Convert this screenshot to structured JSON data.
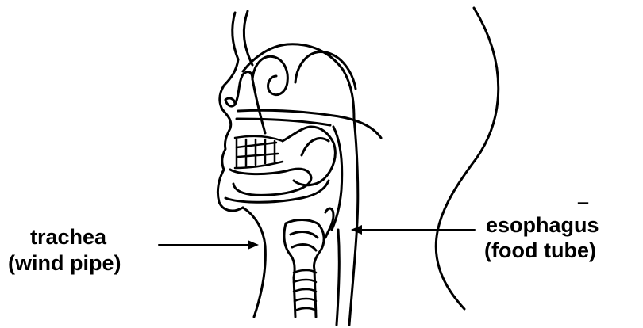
{
  "labels": {
    "trachea": "trachea",
    "trachea_sub": "(wind pipe)",
    "esophagus": "esophagus",
    "esophagus_sub": "(food tube)",
    "stray_mark": "–"
  }
}
